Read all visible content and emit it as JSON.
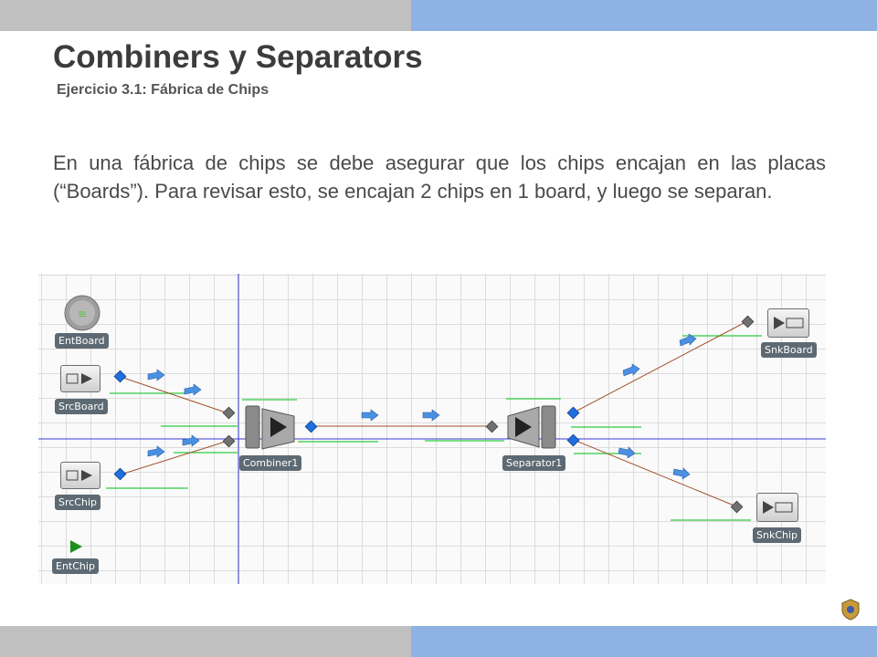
{
  "slide": {
    "title": "Combiners y Separators",
    "subtitle": "Ejercicio 3.1: Fábrica de Chips",
    "body": "En una fábrica de chips se debe asegurar que los chips encajan en las placas (“Boards”). Para revisar esto, se encajan 2 chips en 1 board, y luego se separan."
  },
  "model": {
    "entities": [
      {
        "label": "EntBoard",
        "icon": "board-entity-icon"
      },
      {
        "label": "EntChip",
        "icon": "green-triangle-entity-icon"
      }
    ],
    "sources": [
      {
        "label": "SrcBoard",
        "icon": "source-icon"
      },
      {
        "label": "SrcChip",
        "icon": "source-icon"
      }
    ],
    "processes": [
      {
        "label": "Combiner1",
        "icon": "combiner-icon"
      },
      {
        "label": "Separator1",
        "icon": "separator-icon"
      }
    ],
    "sinks": [
      {
        "label": "SnkBoard",
        "icon": "sink-icon"
      },
      {
        "label": "SnkChip",
        "icon": "sink-icon"
      }
    ]
  },
  "colors": {
    "top_bar_left": "#c0c0c0",
    "top_bar_right": "#8eb2e4",
    "title": "#3c3c3c",
    "label_bg": "#5d6a73",
    "connector_line": "#a0522d",
    "node_port": "#1e6fe0",
    "axis_line": "#3a3ad8",
    "selection_bar": "#2ecc40"
  }
}
